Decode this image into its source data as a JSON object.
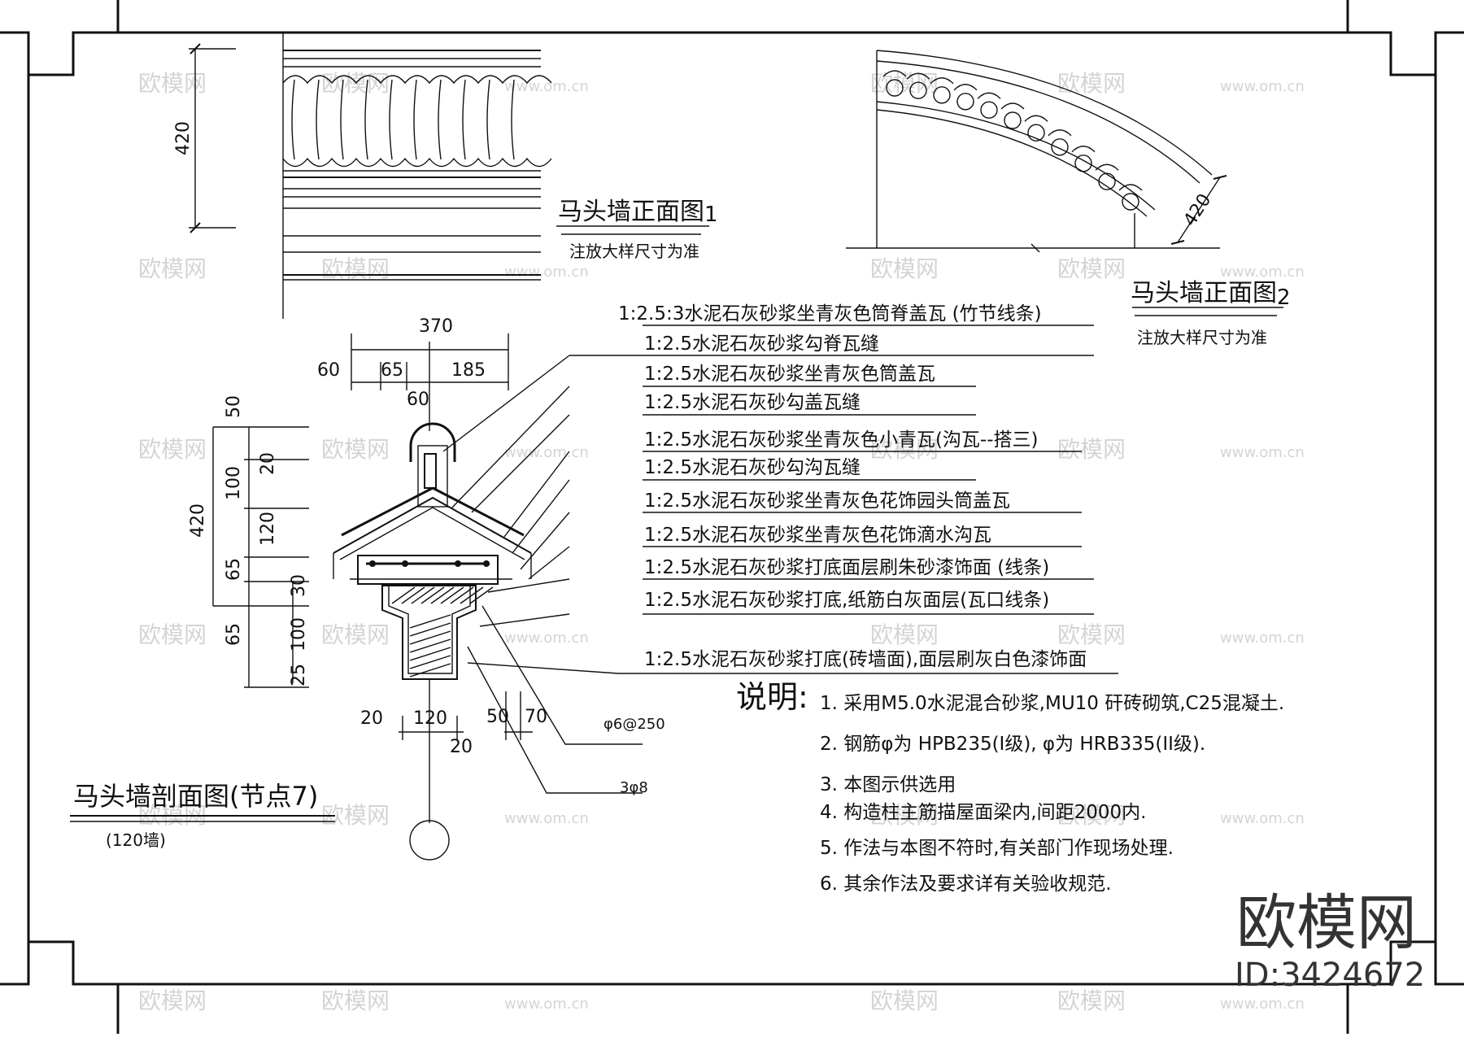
{
  "elevation1": {
    "dim_height": "420",
    "title": "马头墙正面图",
    "title_num": "1",
    "note": "注放大样尺寸为准"
  },
  "elevation2": {
    "dim_height": "420",
    "title": "马头墙正面图",
    "title_num": "2",
    "note": "注放大样尺寸为准"
  },
  "section": {
    "title": "马头墙剖面图(节点7)",
    "subtitle": "(120墙)",
    "top_dims": [
      "370",
      "60",
      "65",
      "185",
      "60"
    ],
    "left_dims": [
      "50",
      "20",
      "100",
      "420",
      "120",
      "65",
      "30",
      "65",
      "100",
      "25"
    ],
    "bottom_dims": [
      "20",
      "120",
      "20",
      "50",
      "70"
    ],
    "rebar_labels": [
      "φ6@250",
      "3φ8"
    ]
  },
  "callouts": [
    "1:2.5:3水泥石灰砂浆坐青灰色筒脊盖瓦 (竹节线条)",
    "1:2.5水泥石灰砂浆勾脊瓦缝",
    "1:2.5水泥石灰砂浆坐青灰色筒盖瓦",
    "1:2.5水泥石灰砂勾盖瓦缝",
    "1:2.5水泥石灰砂浆坐青灰色小青瓦(沟瓦--搭三)",
    "1:2.5水泥石灰砂勾沟瓦缝",
    "1:2.5水泥石灰砂浆坐青灰色花饰园头筒盖瓦",
    "1:2.5水泥石灰砂浆坐青灰色花饰滴水沟瓦",
    "1:2.5水泥石灰砂浆打底面层刷朱砂漆饰面 (线条)",
    "1:2.5水泥石灰砂浆打底,纸筋白灰面层(瓦口线条)",
    "1:2.5水泥石灰砂浆打底(砖墙面),面层刷灰白色漆饰面"
  ],
  "notes": {
    "heading": "说明:",
    "items": [
      "1. 采用M5.0水泥混合砂浆,MU10 矸砖砌筑,C25混凝土.",
      "2. 钢筋φ为 HPB235(I级), φ为 HRB335(II级).",
      "3. 本图示供选用",
      "4. 构造柱主筋描屋面梁内,间距2000内.",
      "5. 作法与本图不符时,有关部门作现场处理.",
      "6. 其余作法及要求详有关验收规范."
    ]
  },
  "branding": {
    "logo": "欧模网",
    "id": "ID:3424672",
    "watermark_cn": "欧模网",
    "watermark_url": "www.om.cn"
  }
}
